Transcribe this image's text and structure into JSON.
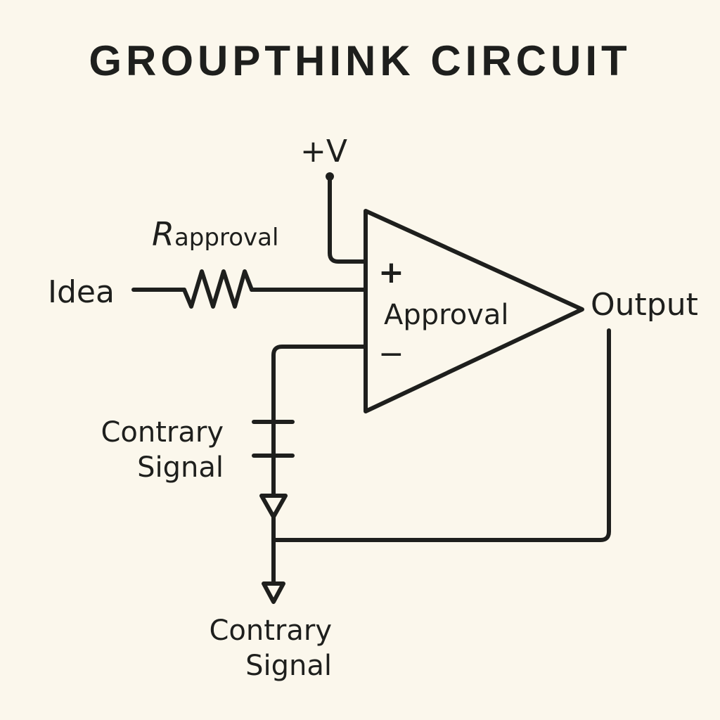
{
  "title": "GROUPTHINK CIRCUIT",
  "labels": {
    "supply": "+V",
    "resistor_main": "R",
    "resistor_sub": "approval",
    "input": "Idea",
    "noninverting": "+",
    "inverting": "−",
    "amplifier": "Approval",
    "output": "Output",
    "capacitor_line1": "Contrary",
    "capacitor_line2": "Signal",
    "ground_line1": "Contrary",
    "ground_line2": "Signal"
  },
  "components": [
    {
      "type": "voltage-supply",
      "label": "+V"
    },
    {
      "type": "resistor",
      "label": "R approval"
    },
    {
      "type": "op-amp",
      "label": "Approval"
    },
    {
      "type": "capacitor",
      "label": "Contrary Signal"
    },
    {
      "type": "diode-triangle"
    },
    {
      "type": "ground-triangle",
      "label": "Contrary Signal"
    }
  ],
  "colors": {
    "background": "#fbf7ec",
    "ink": "#1e1f1d"
  }
}
